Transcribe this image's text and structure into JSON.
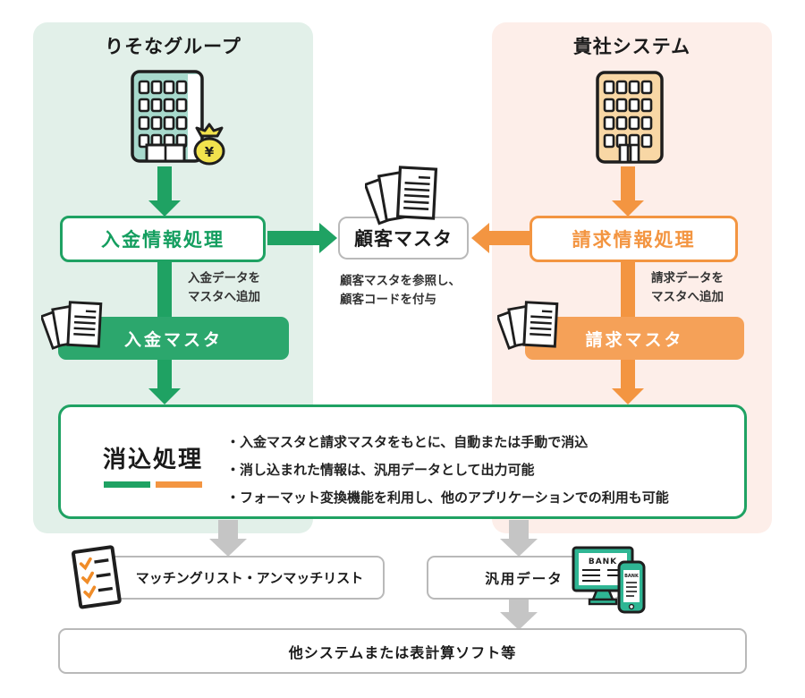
{
  "palette": {
    "green": "#1fa263",
    "green_banner": "#2ca76d",
    "green_panel_bg": "#e2f0e9",
    "orange": "#f39541",
    "orange_banner": "#f5a158",
    "orange_panel_bg": "#fdeee9",
    "gray_border": "#b9b9b9",
    "gray_arrow": "#c5c5c5",
    "building_teal": "#a7d9cc",
    "building_peach": "#f8d7a5",
    "device_teal": "#2fb694",
    "money_yellow": "#f1e24d",
    "check_orange": "#f08c28"
  },
  "left_panel": {
    "title": "りそなグループ",
    "process_box": "入金情報処理",
    "note": [
      "入金データを",
      "マスタへ追加"
    ],
    "master_banner": "入金マスタ"
  },
  "right_panel": {
    "title": "貴社システム",
    "process_box": "請求情報処理",
    "note": [
      "請求データを",
      "マスタへ追加"
    ],
    "master_banner": "請求マスタ"
  },
  "center": {
    "master_box": "顧客マスタ",
    "note": [
      "顧客マスタを参照し、",
      "顧客コードを付与"
    ]
  },
  "reconciliation": {
    "title": "消込処理",
    "bullets": [
      "・入金マスタと請求マスタをもとに、自動または手動で消込",
      "・消し込まれた情報は、汎用データとして出力可能",
      "・フォーマット変換機能を利用し、他のアプリケーションでの利用も可能"
    ]
  },
  "outputs": {
    "matching_list": "マッチングリスト・アンマッチリスト",
    "generic_data": "汎用データ",
    "destination": "他システムまたは表計算ソフト等"
  },
  "icons": {
    "left_building": "bank-building-with-money-bag-icon",
    "right_building": "office-building-icon",
    "documents": "documents-stack-icon",
    "checklist": "checklist-icon",
    "devices": "monitor-and-phone-icon"
  },
  "device_labels": {
    "monitor": "BANK",
    "phone": "BANK"
  },
  "money_symbol": "¥"
}
